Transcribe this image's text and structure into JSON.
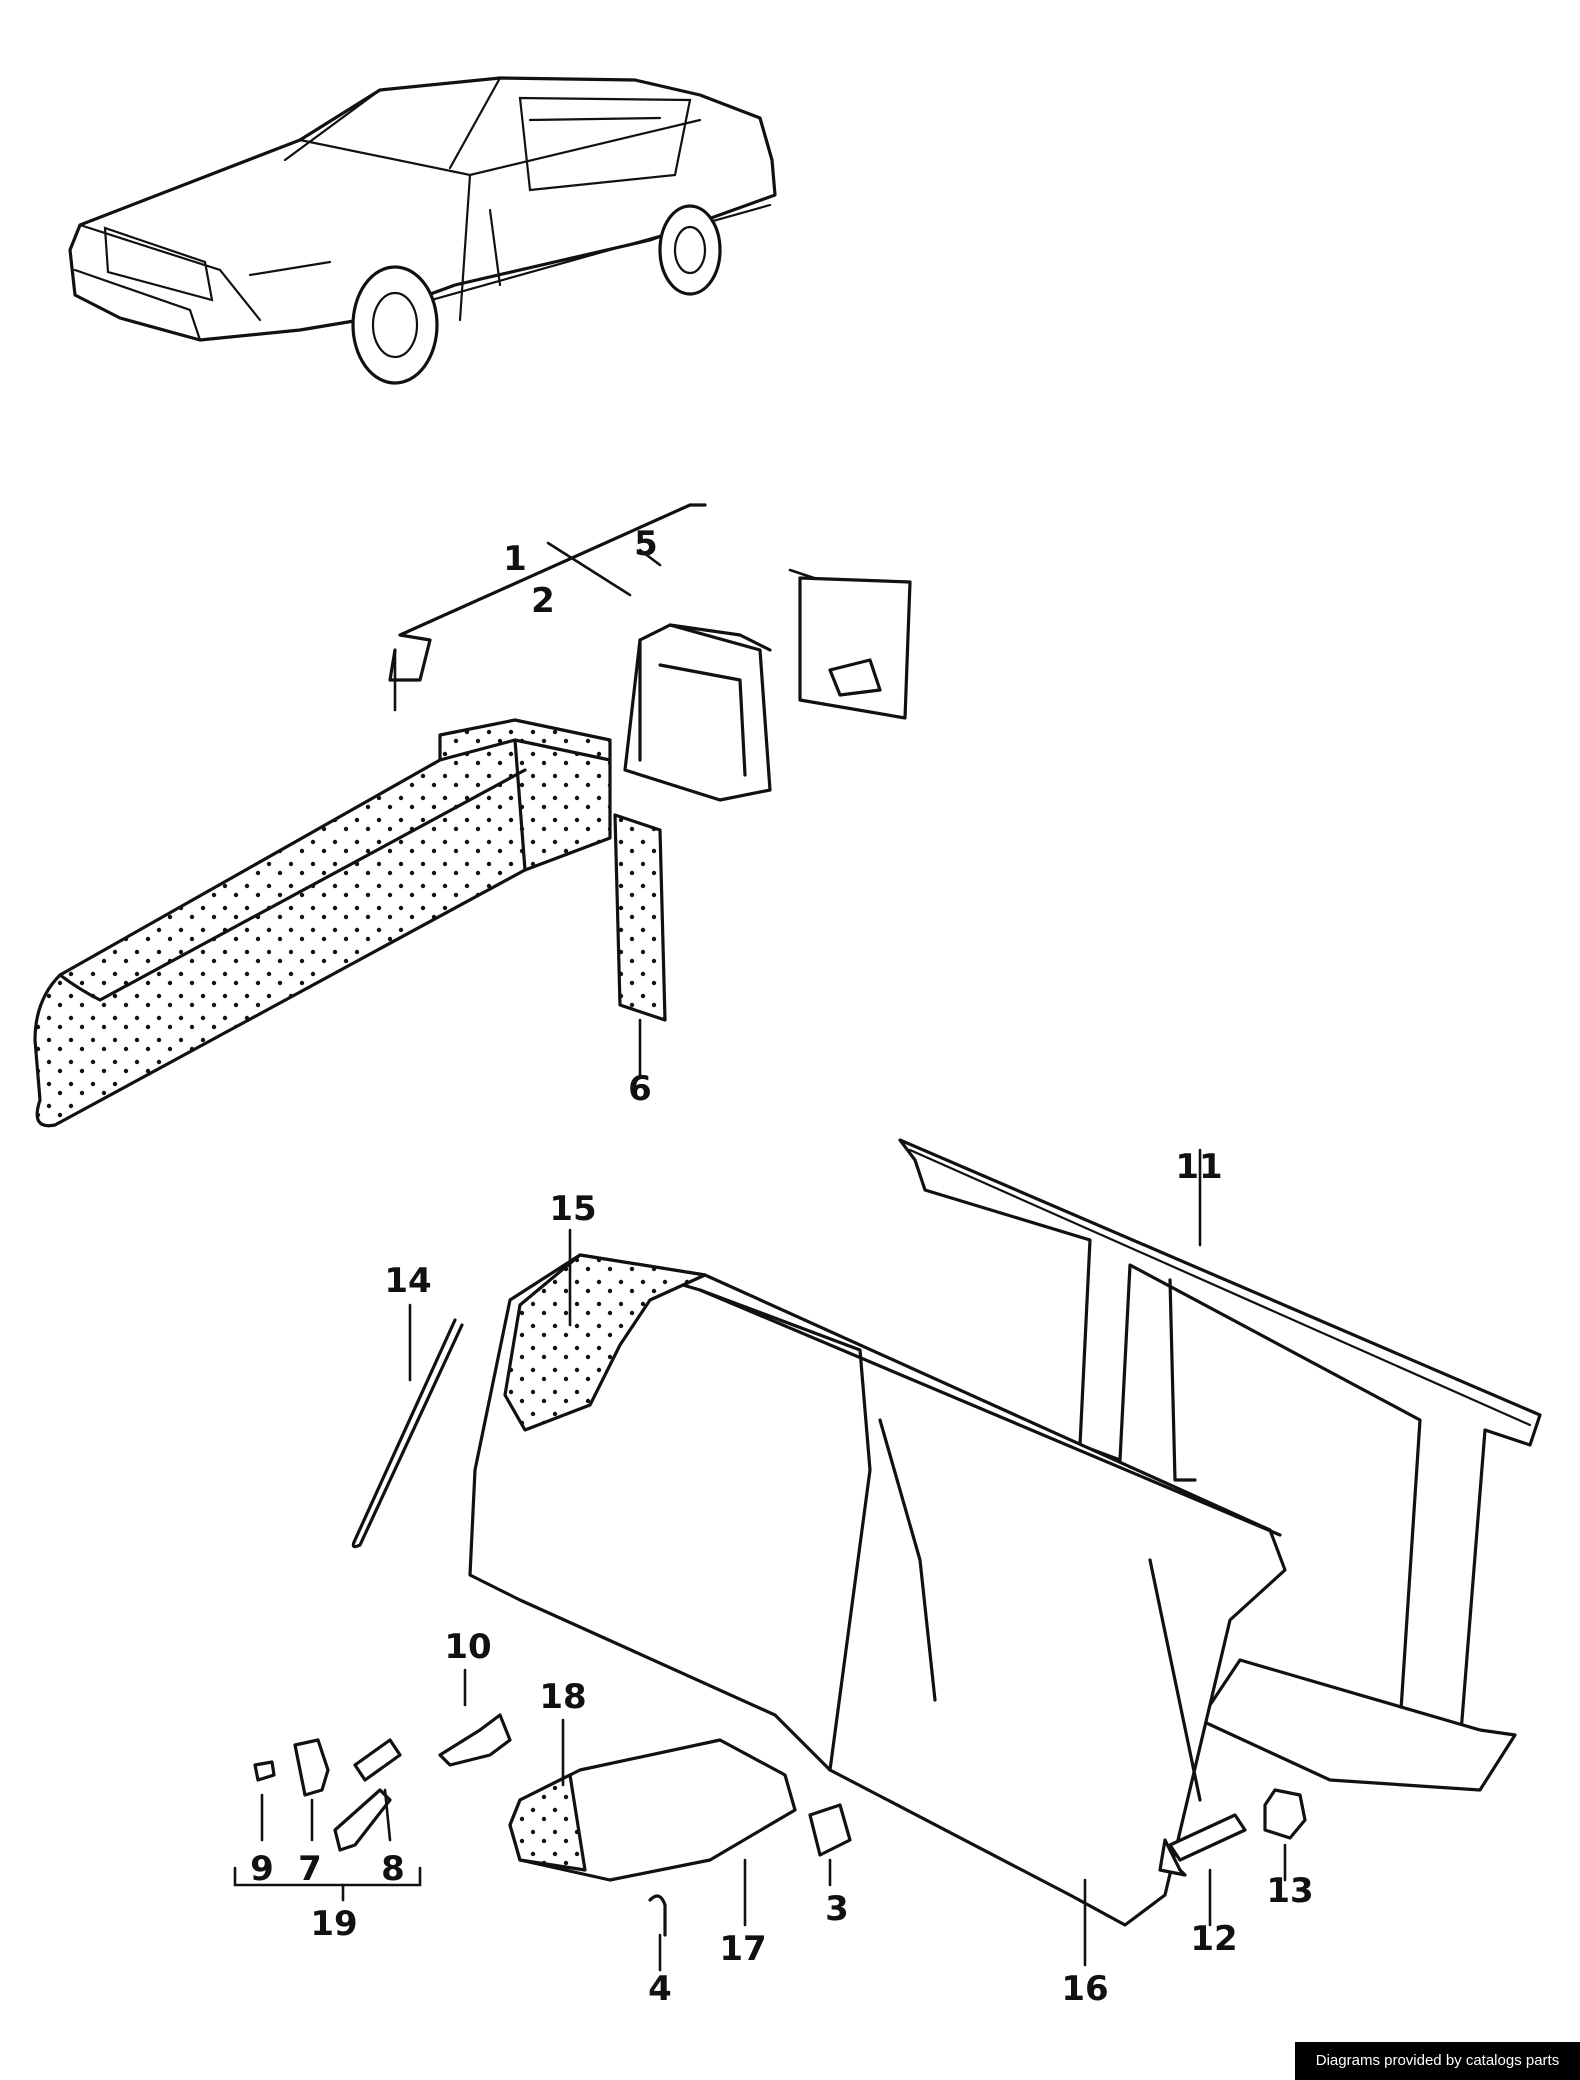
{
  "diagram": {
    "callouts": [
      {
        "id": "1",
        "text": "1"
      },
      {
        "id": "2",
        "text": "2"
      },
      {
        "id": "3",
        "text": "3"
      },
      {
        "id": "4",
        "text": "4"
      },
      {
        "id": "5",
        "text": "5"
      },
      {
        "id": "6",
        "text": "6"
      },
      {
        "id": "7",
        "text": "7"
      },
      {
        "id": "8",
        "text": "8"
      },
      {
        "id": "9",
        "text": "9"
      },
      {
        "id": "10",
        "text": "10"
      },
      {
        "id": "11",
        "text": "11"
      },
      {
        "id": "12",
        "text": "12"
      },
      {
        "id": "13",
        "text": "13"
      },
      {
        "id": "14",
        "text": "14"
      },
      {
        "id": "15",
        "text": "15"
      },
      {
        "id": "16",
        "text": "16"
      },
      {
        "id": "17",
        "text": "17"
      },
      {
        "id": "18",
        "text": "18"
      },
      {
        "id": "19",
        "text": "19"
      }
    ]
  },
  "footer": {
    "credit": "Diagrams provided by catalogs parts"
  }
}
